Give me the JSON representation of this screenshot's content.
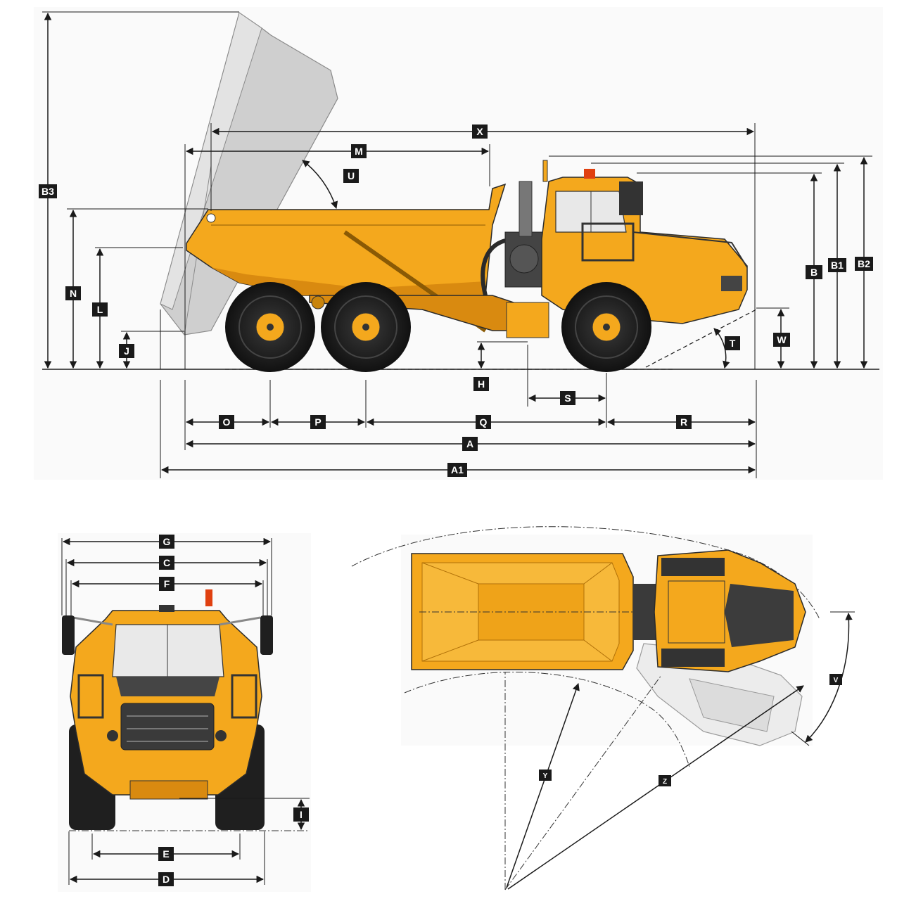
{
  "colors": {
    "body_yellow": "#f4a81d",
    "body_shade": "#d98a10",
    "label_bg": "#1a1a1a",
    "tipped_body_grey": "#cfcfcf",
    "tire": "#1f1f1f"
  },
  "side_view": {
    "labels": {
      "X": "X",
      "M": "M",
      "U": "U",
      "B3": "B3",
      "N": "N",
      "L": "L",
      "J": "J",
      "H": "H",
      "S": "S",
      "T": "T",
      "W": "W",
      "B": "B",
      "B1": "B1",
      "B2": "B2",
      "O": "O",
      "P": "P",
      "Q": "Q",
      "R": "R",
      "A": "A",
      "A1": "A1"
    }
  },
  "front_view": {
    "labels": {
      "G": "G",
      "C": "C",
      "F": "F",
      "I": "I",
      "E": "E",
      "D": "D"
    }
  },
  "top_view": {
    "labels": {
      "V": "V",
      "Y": "Y",
      "Z": "Z"
    }
  }
}
